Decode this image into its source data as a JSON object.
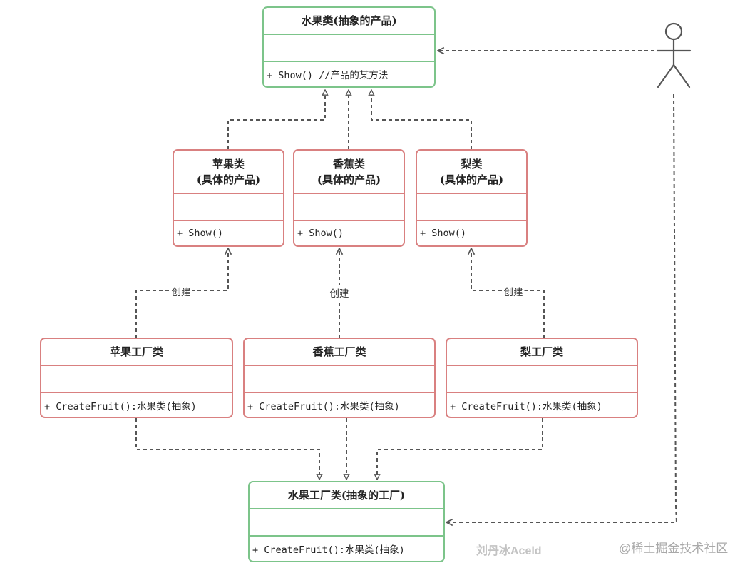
{
  "nodes": {
    "fruit_abstract": {
      "title_lines": [
        "水果类(抽象的产品)"
      ],
      "method": "+ Show() //产品的某方法"
    },
    "apple": {
      "title_lines": [
        "苹果类",
        "(具体的产品)"
      ],
      "method": "+ Show()"
    },
    "banana": {
      "title_lines": [
        "香蕉类",
        "(具体的产品)"
      ],
      "method": "+ Show()"
    },
    "pear": {
      "title_lines": [
        "梨类",
        "(具体的产品)"
      ],
      "method": "+ Show()"
    },
    "apple_factory": {
      "title_lines": [
        "苹果工厂类"
      ],
      "method": "+ CreateFruit():水果类(抽象)"
    },
    "banana_factory": {
      "title_lines": [
        "香蕉工厂类"
      ],
      "method": "+ CreateFruit():水果类(抽象)"
    },
    "pear_factory": {
      "title_lines": [
        "梨工厂类"
      ],
      "method": "+ CreateFruit():水果类(抽象)"
    },
    "factory_abstract": {
      "title_lines": [
        "水果工厂类(抽象的工厂)"
      ],
      "method": "+ CreateFruit():水果类(抽象)"
    }
  },
  "edge_labels": {
    "create_apple": "创建",
    "create_banana": "创建",
    "create_pear": "创建"
  },
  "watermarks": {
    "author": "刘丹冰Aceld",
    "site": "@稀土掘金技术社区"
  },
  "colors": {
    "abstract_border": "#7cc48a",
    "concrete_border": "#d98080",
    "connector": "#555555",
    "actor": "#555555"
  }
}
